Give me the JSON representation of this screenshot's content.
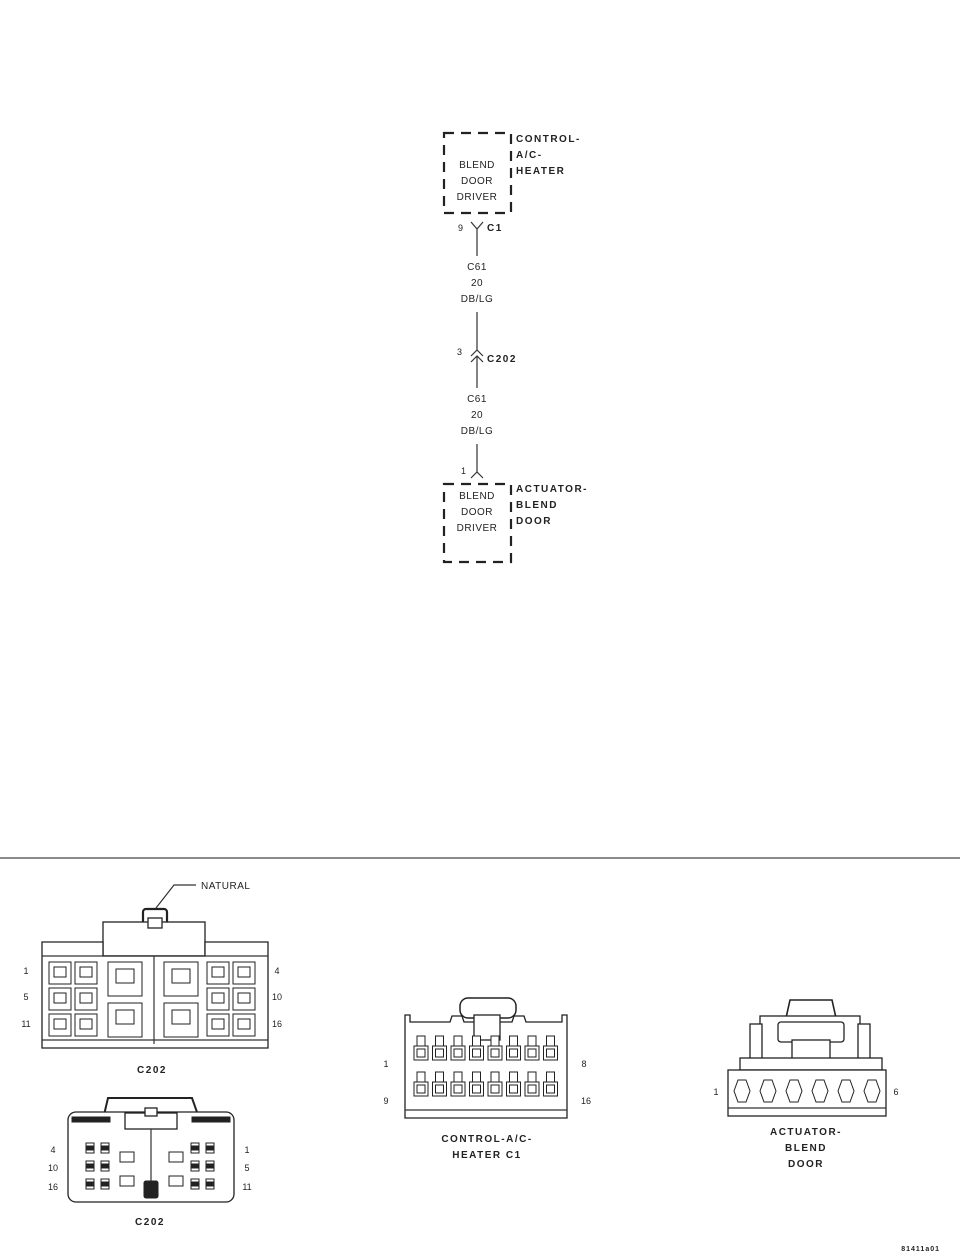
{
  "schematic": {
    "control_module": {
      "name_lines": [
        "CONTROL-",
        "A/C-",
        "HEATER"
      ],
      "inner_lines": [
        "BLEND",
        "DOOR",
        "DRIVER"
      ],
      "pin": "9",
      "connector": "C1"
    },
    "wire_top": {
      "circuit": "C61",
      "gauge": "20",
      "color": "DB/LG"
    },
    "inline_connector": {
      "pin": "3",
      "name": "C202"
    },
    "wire_bottom": {
      "circuit": "C61",
      "gauge": "20",
      "color": "DB/LG"
    },
    "actuator": {
      "name_lines": [
        "ACTUATOR-",
        "BLEND",
        "DOOR"
      ],
      "inner_lines": [
        "BLEND",
        "DOOR",
        "DRIVER"
      ],
      "pin": "1"
    }
  },
  "connector_views": {
    "c202_front": {
      "callout": "NATURAL",
      "pins_left": [
        "1",
        "5",
        "11"
      ],
      "pins_right": [
        "4",
        "10",
        "16"
      ],
      "label": "C202"
    },
    "c202_rear": {
      "pins_left": [
        "4",
        "10",
        "16"
      ],
      "pins_right": [
        "1",
        "5",
        "11"
      ],
      "label": "C202"
    },
    "control_c1": {
      "pins_left": [
        "1",
        "9"
      ],
      "pins_right": [
        "8",
        "16"
      ],
      "label_lines": [
        "CONTROL-A/C-",
        "HEATER C1"
      ]
    },
    "actuator": {
      "pin_left": "1",
      "pin_right": "6",
      "label_lines": [
        "ACTUATOR-",
        "BLEND",
        "DOOR"
      ]
    }
  },
  "figure_id": "81411a01"
}
